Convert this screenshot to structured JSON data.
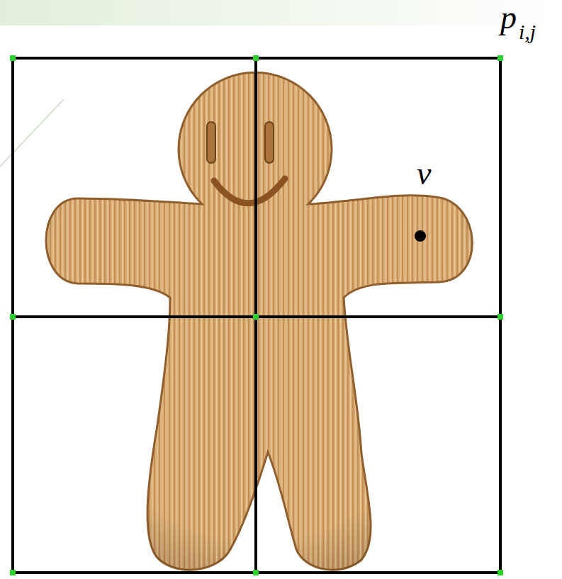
{
  "diagram": {
    "labels": [
      "p",
      "i,j",
      "v"
    ]
  }
}
